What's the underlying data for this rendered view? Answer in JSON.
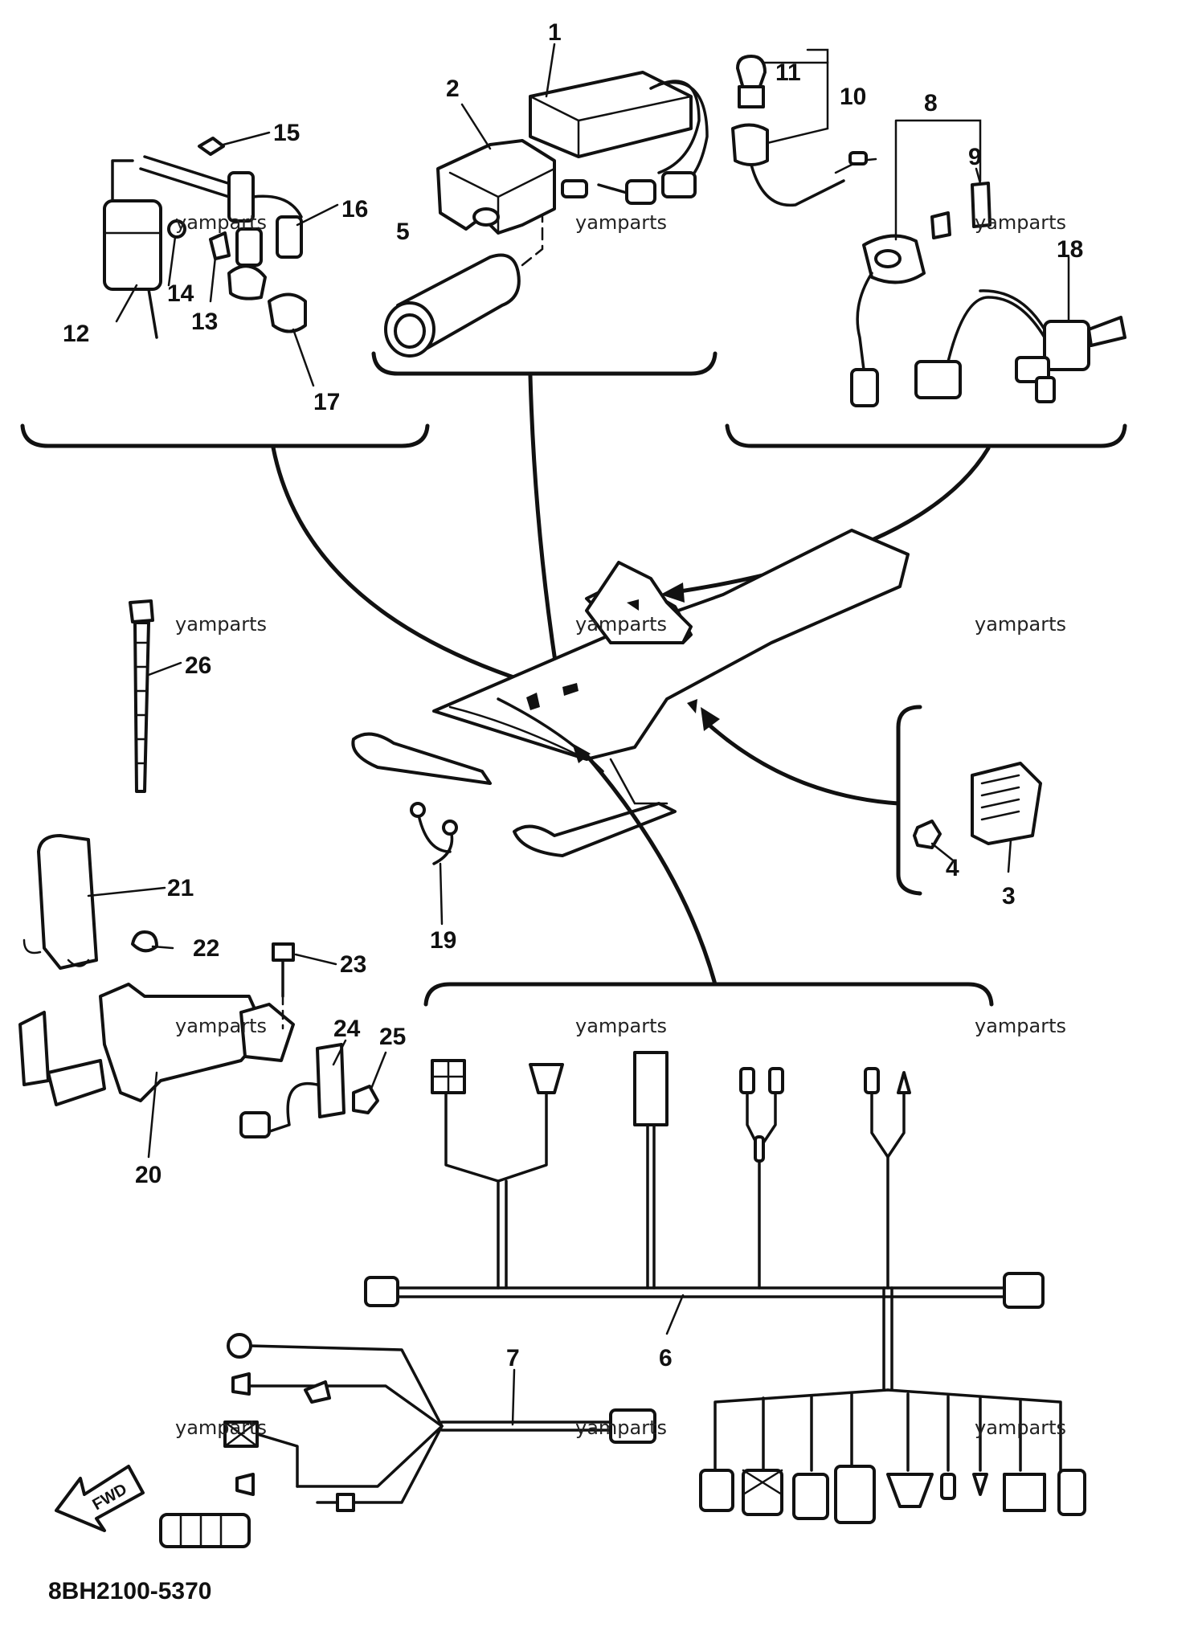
{
  "diagram": {
    "part_numbers": [
      "1",
      "2",
      "3",
      "4",
      "5",
      "6",
      "7",
      "8",
      "9",
      "10",
      "11",
      "12",
      "13",
      "14",
      "15",
      "16",
      "17",
      "18",
      "19",
      "20",
      "21",
      "22",
      "23",
      "24",
      "25",
      "26"
    ],
    "watermark": "yamparts",
    "diagram_code": "8BH2100-5370",
    "fwd_label": "FWD"
  }
}
